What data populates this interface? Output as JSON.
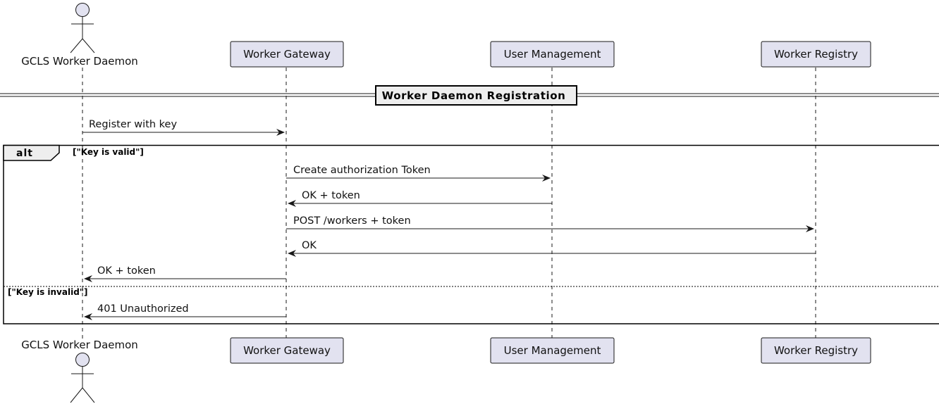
{
  "participants": [
    {
      "id": "daemon",
      "label": "GCLS Worker Daemon",
      "kind": "actor"
    },
    {
      "id": "gateway",
      "label": "Worker Gateway",
      "kind": "participant"
    },
    {
      "id": "usermgmt",
      "label": "User Management",
      "kind": "participant"
    },
    {
      "id": "registry",
      "label": "Worker Registry",
      "kind": "participant"
    }
  ],
  "divider": {
    "label": "Worker Daemon Registration"
  },
  "messages": [
    {
      "from": "daemon",
      "to": "gateway",
      "label": "Register with key"
    },
    {
      "from": "gateway",
      "to": "usermgmt",
      "label": "Create authorization Token"
    },
    {
      "from": "usermgmt",
      "to": "gateway",
      "label": "OK + token"
    },
    {
      "from": "gateway",
      "to": "registry",
      "label": "POST /workers + token"
    },
    {
      "from": "registry",
      "to": "gateway",
      "label": "OK"
    },
    {
      "from": "gateway",
      "to": "daemon",
      "label": "OK + token"
    },
    {
      "from": "gateway",
      "to": "daemon",
      "label": "401 Unauthorized"
    }
  ],
  "alt": {
    "keyword": "alt",
    "guard1": "[\"Key is valid\"]",
    "guard2": "[\"Key is invalid\"]"
  },
  "colors": {
    "participant_fill": "#e2e2f0",
    "participant_border": "#181818",
    "line": "#181818"
  }
}
